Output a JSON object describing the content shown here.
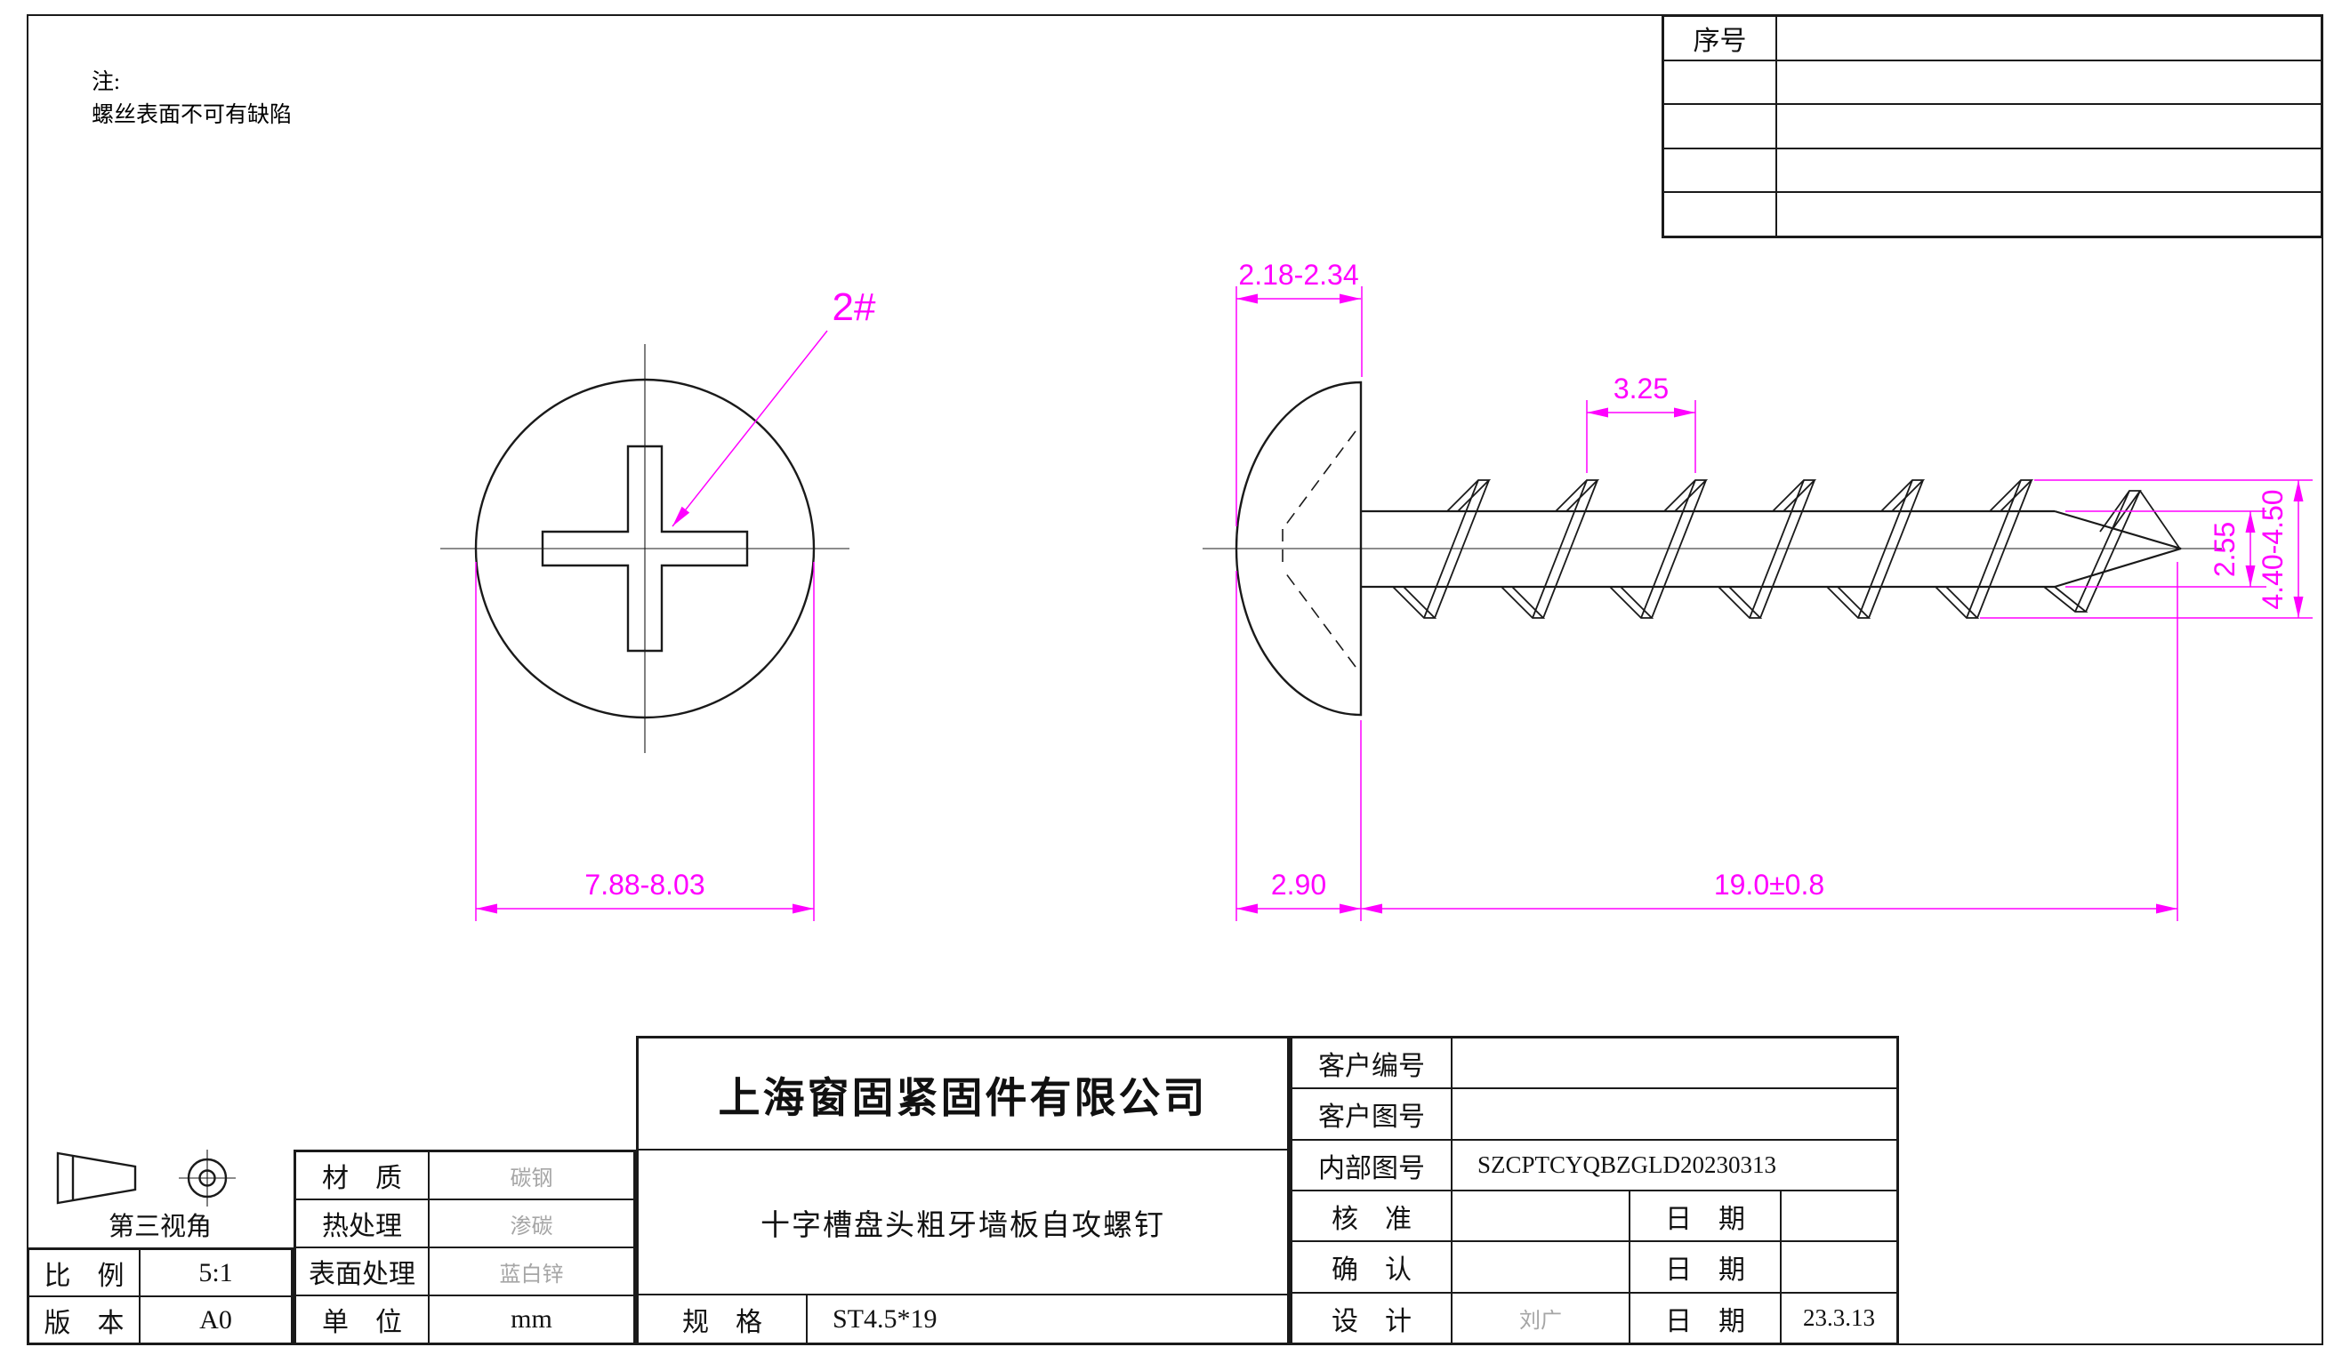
{
  "colors": {
    "dimension": "#ff00ff",
    "line": "#1a1a1a",
    "stamp": "#a6a6a6"
  },
  "note": {
    "label": "注:",
    "text": "螺丝表面不可有缺陷"
  },
  "serial_table": {
    "header": "序号"
  },
  "views": {
    "front": {
      "callout": "2#",
      "dim_head_diameter": "7.88-8.03"
    },
    "side": {
      "dim_head_height": "2.18-2.34",
      "dim_thread_pitch": "3.25",
      "dim_minor_diameter": "2.55",
      "dim_major_diameter": "4.40-4.50",
      "dim_head_depth": "2.90",
      "dim_length": "19.0±0.8"
    }
  },
  "title_block": {
    "company": "上海窗固紧固件有限公司",
    "product_name": "十字槽盘头粗牙墙板自攻螺钉",
    "customer_no_label": "客户编号",
    "customer_drawing_label": "客户图号",
    "internal_drawing_label": "内部图号",
    "internal_drawing_value": "SZCPTCYQBZGLD20230313",
    "approved_label": "核　准",
    "confirmed_label": "确　认",
    "designed_label": "设　计",
    "designer_value": "刘广",
    "date_label": "日　期",
    "design_date_value": "23.3.13",
    "material_label": "材　质",
    "material_value": "碳钢",
    "heat_treatment_label": "热处理",
    "heat_treatment_value": "渗碳",
    "surface_treatment_label": "表面处理",
    "surface_treatment_value": "蓝白锌",
    "unit_label": "单　位",
    "unit_value": "mm",
    "spec_label": "规　格",
    "spec_value": "ST4.5*19",
    "scale_label": "比　例",
    "scale_value": "5:1",
    "version_label": "版　本",
    "version_value": "A0",
    "projection_label": "第三视角"
  }
}
